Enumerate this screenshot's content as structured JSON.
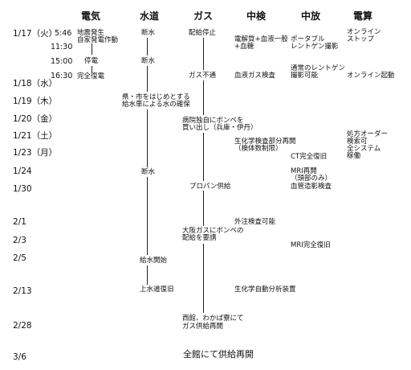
{
  "headers": [
    "電気",
    "水道",
    "ガス",
    "中検",
    "中放",
    "電算"
  ],
  "dates": {
    "d0117": "1/17（火）",
    "d0118": "1/18（水）",
    "d0119": "1/19（木）",
    "d0120": "1/20（金）",
    "d0121": "1/21（土）",
    "d0123": "1/23（月）",
    "d0124": "1/24",
    "d0130": "1/30",
    "d0201": "2/1",
    "d0203": "2/3",
    "d0205": "2/5",
    "d0213": "2/13",
    "d0228": "2/28",
    "d0306": "3/6"
  },
  "times": {
    "t1": "5:46",
    "t2": "11:30",
    "t3": "15:00",
    "t4": "16:30"
  },
  "events": {
    "elec_1": "地震発生",
    "elec_2": "自家発電作動",
    "elec_3": "停電",
    "elec_4": "完全復電",
    "water_1": "断水",
    "water_2": "断水",
    "water_3": "県・市をはじめとする",
    "water_4": "給水車による水の確保",
    "water_5": "断水",
    "water_6": "給水開始",
    "water_7": "上水道復旧",
    "gas_1": "配給停止",
    "gas_2": "ガス不通",
    "gas_3": "病院独自にボンベを",
    "gas_4": "買い出し（兵庫・伊丹）",
    "gas_5": "プロパン供給",
    "gas_6": "大阪ガスにボンベの",
    "gas_7": "配給を要請",
    "gas_8": "西館、わかば寮にて",
    "gas_9": "ガス供給再開",
    "lab_1": "電解質+血液一般",
    "lab_2": "+血糖",
    "lab_3": "血液ガス検査",
    "lab_4": "生化学検査部分再開",
    "lab_5": "（検体数制限）",
    "lab_6": "外注検査可能",
    "lab_7": "生化学自動分析装置",
    "rad_1": "ポータブル",
    "rad_2": "レントゲン撮影",
    "rad_3": "通常のレントゲン",
    "rad_4": "撮影可能",
    "rad_5": "CT完全復旧",
    "rad_6": "MRI再開",
    "rad_7": "（頭部のみ）",
    "rad_8": "血管造影検査",
    "rad_9": "MRI完全復旧",
    "comp_1": "オンライン",
    "comp_2": "ストップ",
    "comp_3": "オンライン起動",
    "comp_4": "処方オーダー",
    "comp_5": "検索可",
    "comp_6": "全システム",
    "comp_7": "稼働"
  },
  "footer": "全館にて供給再開"
}
